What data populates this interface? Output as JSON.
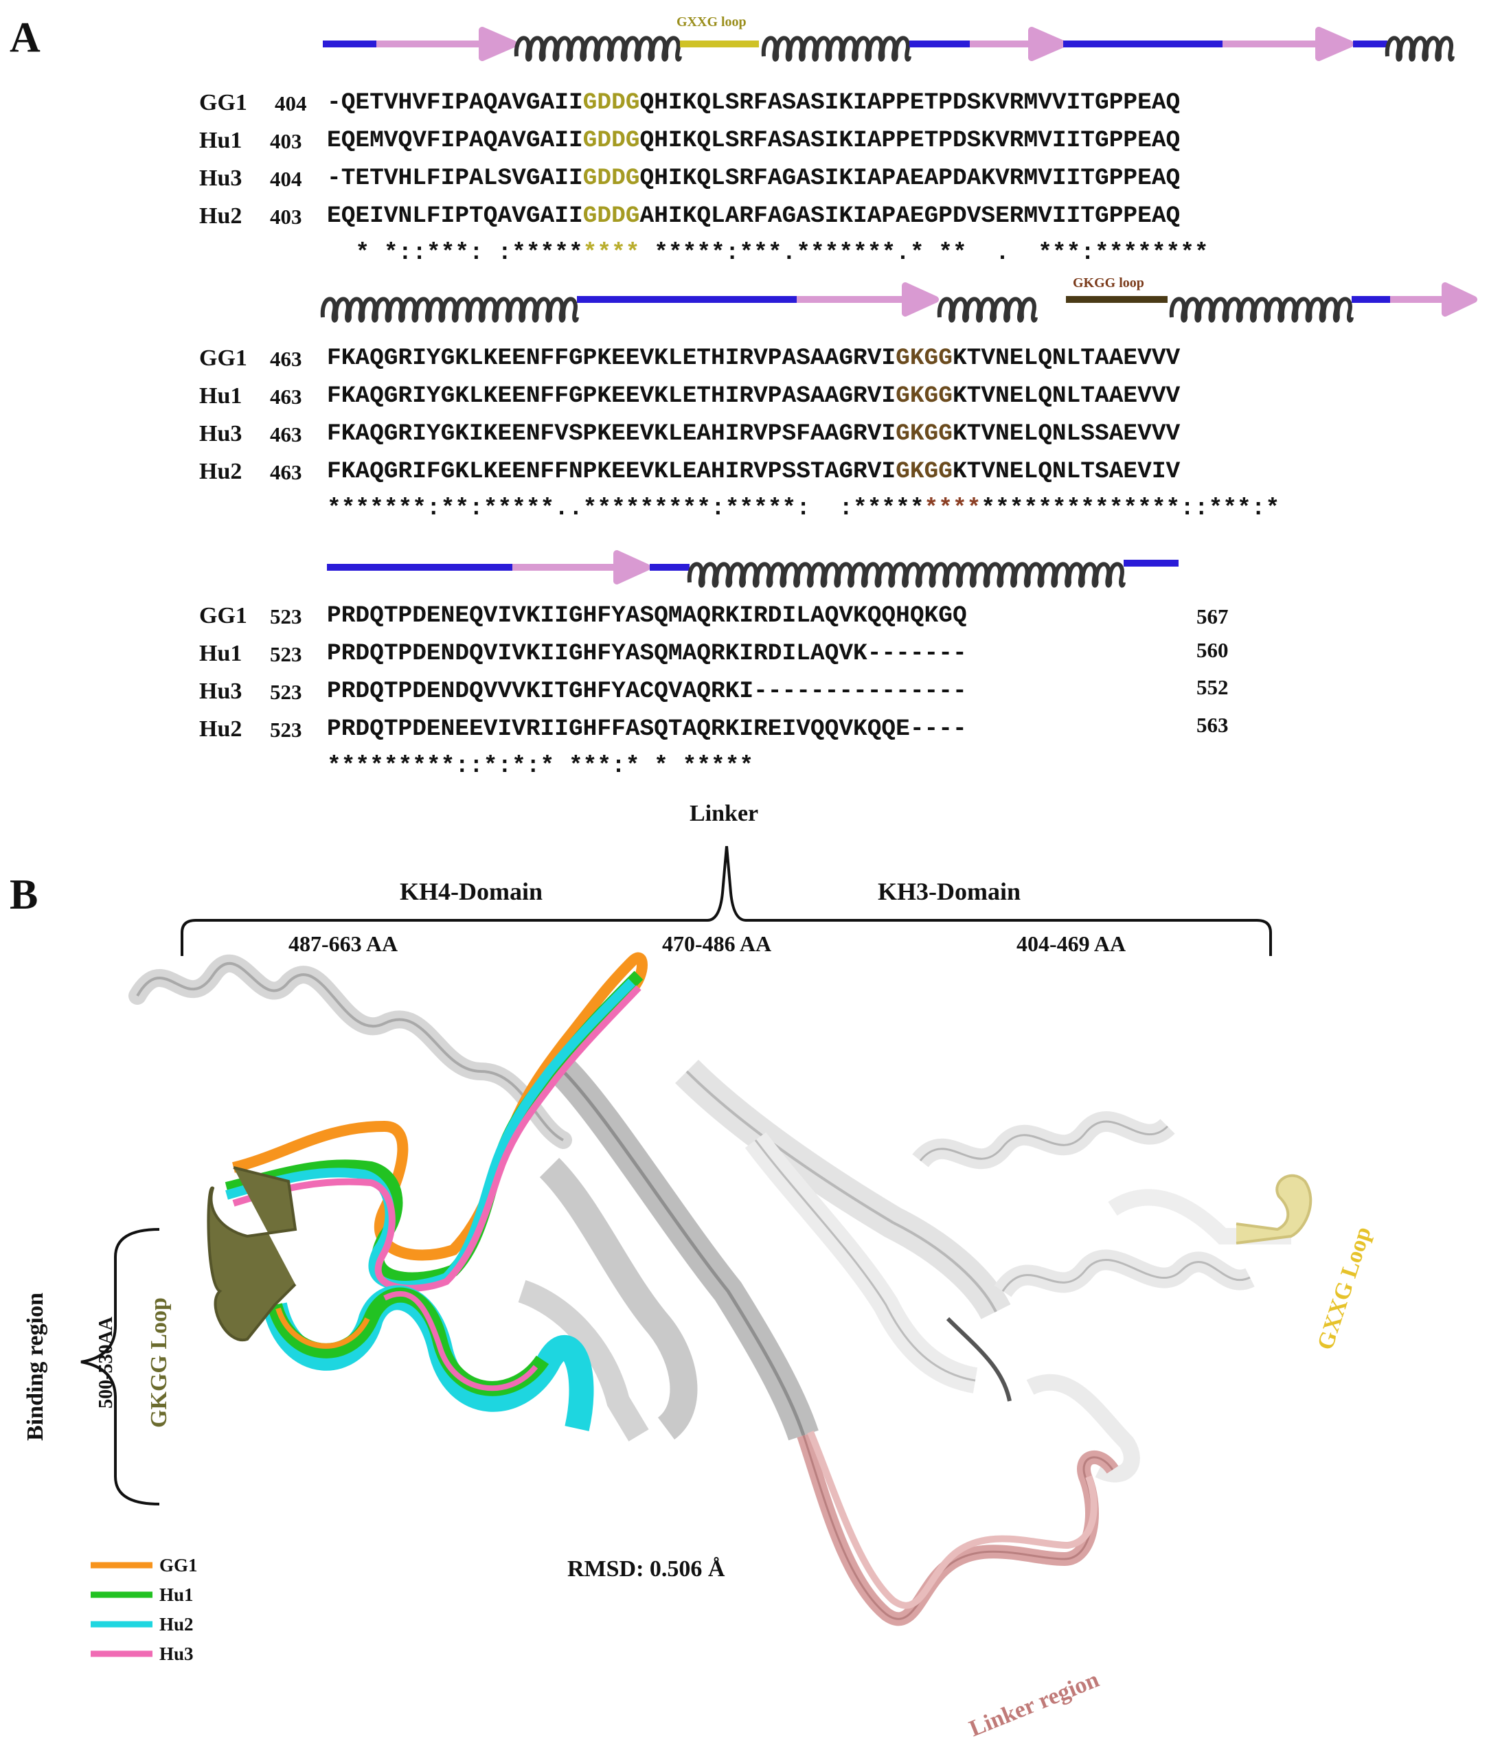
{
  "panels": {
    "a": "A",
    "b": "B"
  },
  "block1": {
    "motif_label": "GXXG loop",
    "rows": [
      {
        "name": "GG1",
        "start": "404",
        "pre": "-QETVHVFIPAQAVGAII",
        "motif": "GDDG",
        "post": "QHIKQLSRFASASIKIAPPETPDSKVRMVVITGPPEAQ"
      },
      {
        "name": "Hu1",
        "start": "403",
        "pre": "EQEMVQVFIPAQAVGAII",
        "motif": "GDDG",
        "post": "QHIKQLSRFASASIKIAPPETPDSKVRMVIITGPPEAQ"
      },
      {
        "name": "Hu3",
        "start": "404",
        "pre": "-TETVHLFIPALSVGAII",
        "motif": "GDDG",
        "post": "QHIKQLSRFAGASIKIAPAEAPDAKVRMVIITGPPEAQ"
      },
      {
        "name": "Hu2",
        "start": "403",
        "pre": "EQEIVNLFIPTQAVGAII",
        "motif": "GDDG",
        "post": "AHIKQLARFAGASIKIAPAEGPDVSERMVIITGPPEAQ"
      }
    ],
    "cons_pre": "  * *::***: :*****",
    "cons_motif": "****",
    "cons_post": " *****:***.*******.* **  .  ***:********"
  },
  "block2": {
    "motif_label": "GKGG loop",
    "rows": [
      {
        "name": "GG1",
        "start": "463",
        "pre": "FKAQGRIYGKLKEENFFGPKEEVKLETHIRVPASAAGRVI",
        "motif": "GKGG",
        "post": "KTVNELQNLTAAEVVV"
      },
      {
        "name": "Hu1",
        "start": "463",
        "pre": "FKAQGRIYGKLKEENFFGPKEEVKLETHIRVPASAAGRVI",
        "motif": "GKGG",
        "post": "KTVNELQNLTAAEVVV"
      },
      {
        "name": "Hu3",
        "start": "463",
        "pre": "FKAQGRIYGKIKEENFVSPKEEVKLEAHIRVPSFAAGRVI",
        "motif": "GKGG",
        "post": "KTVNELQNLSSAEVVV"
      },
      {
        "name": "Hu2",
        "start": "463",
        "pre": "FKAQGRIFGKLKEENFFNPKEEVKLEAHIRVPSSTAGRVI",
        "motif": "GKGG",
        "post": "KTVNELQNLTSAEVIV"
      }
    ],
    "cons_pre": "*******:**:*****..*********:*****:  :*****",
    "cons_motif": "****",
    "cons_post": "**************::***:*"
  },
  "block3": {
    "rows": [
      {
        "name": "GG1",
        "start": "523",
        "seq": "PRDQTPDENEQVIVKIIGHFYASQMAQRKIRDILAQVKQQHQKGQ",
        "end": "567"
      },
      {
        "name": "Hu1",
        "start": "523",
        "seq": "PRDQTPDENDQVIVKIIGHFYASQMAQRKIRDILAQVK-------",
        "end": "560"
      },
      {
        "name": "Hu3",
        "start": "523",
        "seq": "PRDQTPDENDQVVVKITGHFYACQVAQRKI---------------",
        "end": "552"
      },
      {
        "name": "Hu2",
        "start": "523",
        "seq": "PRDQTPDENEEVIVRIIGHFFASQTAQRKIREIVQQVKQQE----",
        "end": "563"
      }
    ],
    "cons": "*********::*:*:* ***:* * *****"
  },
  "panel_b": {
    "linker": "Linker",
    "kh4": "KH4-Domain",
    "kh3": "KH3-Domain",
    "kh4_range": "487-663 AA",
    "linker_range": "470-486 AA",
    "kh3_range": "404-469 AA",
    "binding_region": "Binding region",
    "binding_range": "500-530AA",
    "gkgg_loop": "GKGG Loop",
    "gxxg_loop": "GXXG Loop",
    "linker_region": "Linker region",
    "rmsd": "RMSD: 0.506 Å",
    "legend": [
      {
        "label": "GG1",
        "color": "#f7941d"
      },
      {
        "label": "Hu1",
        "color": "#22c222"
      },
      {
        "label": "Hu2",
        "color": "#1ed6e0"
      },
      {
        "label": "Hu3",
        "color": "#f06bb4"
      }
    ]
  },
  "colors": {
    "coil": "#2a1bd8",
    "strand": "#d99ad2",
    "helix": "#333333",
    "gxxg": "#cfc227",
    "gkgg": "#4a3a16",
    "linker": "#d9a3a3",
    "gkgg_loop_text": "#6b6b2e",
    "gxxg_loop_text": "#e6c22a",
    "linker_text": "#c07a78"
  }
}
